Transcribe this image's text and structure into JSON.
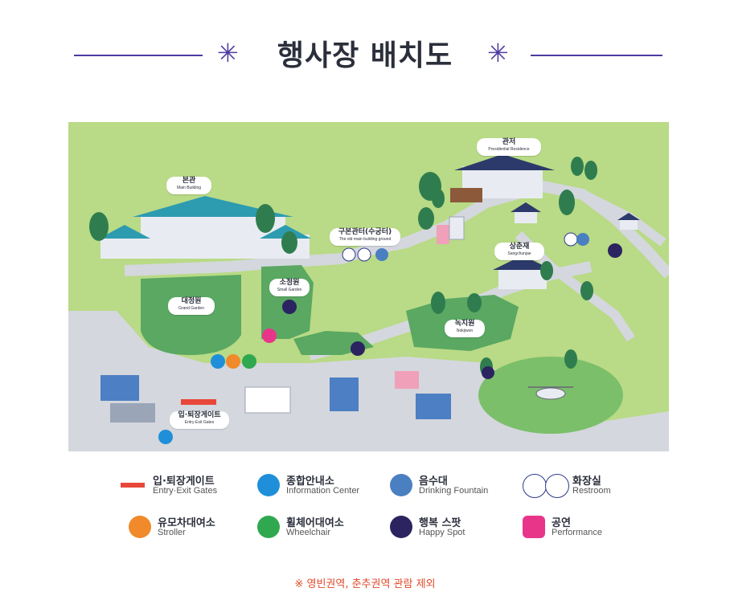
{
  "header": {
    "title": "행사장 배치도",
    "star_glyph": "✳"
  },
  "map_labels": {
    "main_building": {
      "ko": "본관",
      "en": "Main Building"
    },
    "residence": {
      "ko": "관저",
      "en": "Presidential Residence"
    },
    "old_main": {
      "ko": "구본관터(수궁터)",
      "en": "The old main building ground"
    },
    "grand_garden": {
      "ko": "대정원",
      "en": "Grand Garden"
    },
    "small_garden": {
      "ko": "소정원",
      "en": "Small Garden"
    },
    "sangchunjae": {
      "ko": "상춘재",
      "en": "Sangchunjae"
    },
    "nokjiwon": {
      "ko": "녹지원",
      "en": "Nokjiwon"
    },
    "gate": {
      "ko": "입·퇴장게이트",
      "en": "Entry·Exit Gates"
    }
  },
  "legend": [
    {
      "key": "gate",
      "ko": "입·퇴장게이트",
      "en": "Entry·Exit Gates",
      "color": "#e8483a",
      "icon": "red-bar-icon"
    },
    {
      "key": "info",
      "ko": "종합안내소",
      "en": "Information Center",
      "color": "#1f8fd9",
      "icon": "info-icon"
    },
    {
      "key": "water",
      "ko": "음수대",
      "en": "Drinking Fountain",
      "color": "#4a7fc1",
      "icon": "drinking-fountain-icon"
    },
    {
      "key": "restroom",
      "ko": "화장실",
      "en": "Restroom",
      "color": "#2b3a8a",
      "icon": "restroom-icon"
    },
    {
      "key": "stroller",
      "ko": "유모차대여소",
      "en": "Stroller",
      "color": "#f08a2a",
      "icon": "stroller-icon"
    },
    {
      "key": "wheelchair",
      "ko": "휠체어대여소",
      "en": "Wheelchair",
      "color": "#2fa84f",
      "icon": "wheelchair-icon"
    },
    {
      "key": "happy",
      "ko": "행복 스팟",
      "en": "Happy Spot",
      "color": "#2b2460",
      "icon": "happy-spot-icon"
    },
    {
      "key": "performance",
      "ko": "공연",
      "en": "Performance",
      "color": "#e8358a",
      "icon": "music-note-icon"
    }
  ],
  "footer_note": "※ 영빈권역, 춘추권역 관람 제외",
  "colors": {
    "grass": "#b9da86",
    "path": "#d4d7dd",
    "dark_green": "#4c9a5c",
    "roof": "#2d9bb0",
    "accent": "#4e3aa0"
  }
}
